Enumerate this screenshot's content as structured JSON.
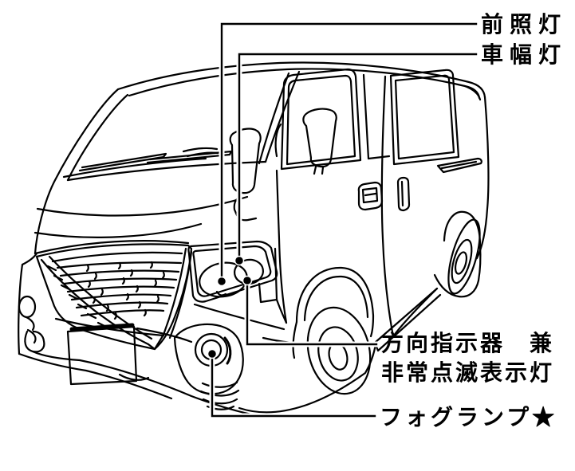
{
  "figure": {
    "background_color": "#ffffff",
    "line_color": "#000000"
  },
  "callouts": {
    "headlight": {
      "label": "前照灯"
    },
    "clearance_lamp": {
      "label": "車幅灯"
    },
    "turn_signal_hazard": {
      "line1": "方向指示器　兼",
      "line2": "非常点滅表示灯"
    },
    "fog_lamp": {
      "label": "フォグランプ★"
    }
  }
}
